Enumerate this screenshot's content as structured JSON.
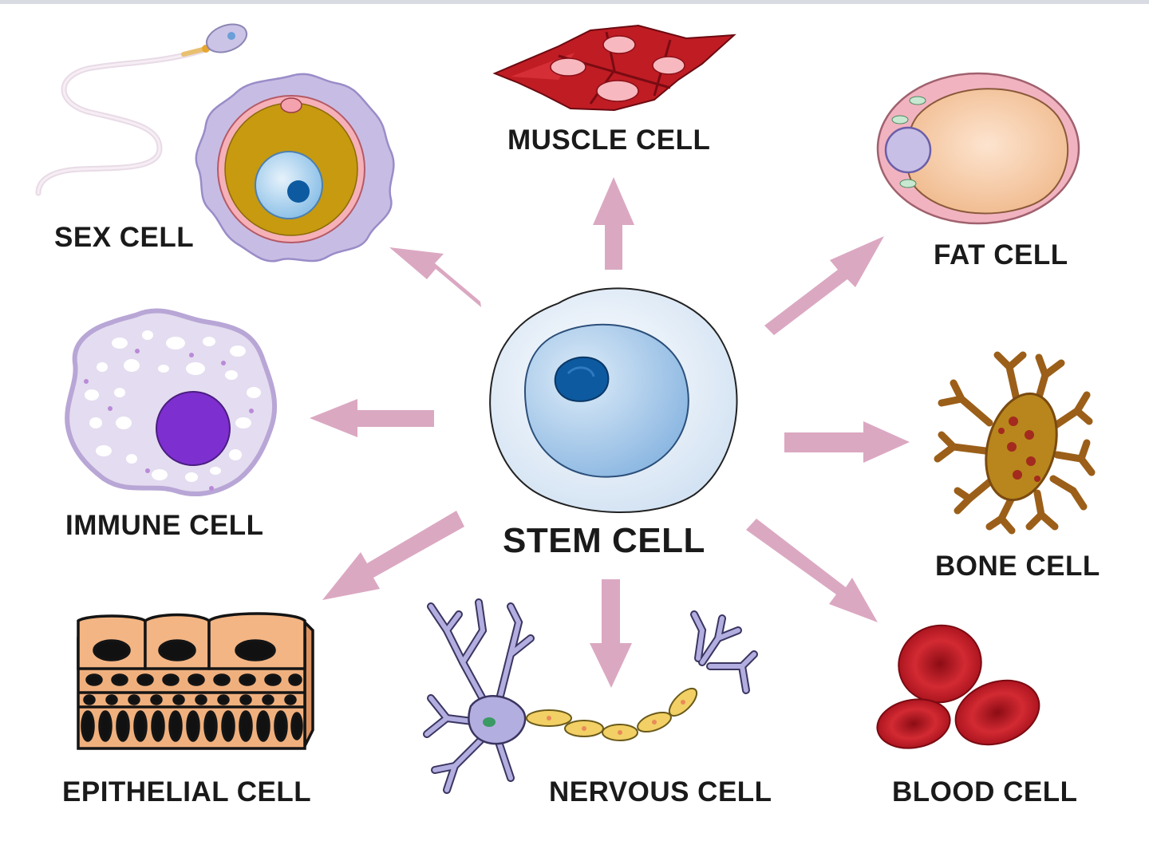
{
  "center": {
    "label": "STEM CELL"
  },
  "cells": {
    "muscle": {
      "label": "MUSCLE CELL"
    },
    "sex": {
      "label": "SEX CELL"
    },
    "fat": {
      "label": "FAT CELL"
    },
    "immune": {
      "label": "IMMUNE CELL"
    },
    "bone": {
      "label": "BONE CELL"
    },
    "epithelial": {
      "label": "EPITHELIAL CELL"
    },
    "nervous": {
      "label": "NERVOUS CELL"
    },
    "blood": {
      "label": "BLOOD CELL"
    }
  },
  "colors": {
    "arrow": "#dba8c2",
    "stem_membrane": "#dfeaf6",
    "stem_nucleus": "#9fc3e6",
    "stem_nucleolus": "#0d5aa0",
    "muscle": "#c01c24",
    "egg_yolk": "#c79a10",
    "egg_halo": "#b8addb",
    "fat_cytoplasm": "#f3c59c",
    "fat_membrane": "#f2b3c1",
    "immune_membrane": "#e4dcf0",
    "immune_nucleus": "#7e2fd0",
    "bone": "#9b5f19",
    "bone_body": "#b8861c",
    "epithelial": "#f0b07e",
    "neuron": "#b3aee0",
    "myelin": "#f2d065",
    "blood": "#c0131d"
  }
}
